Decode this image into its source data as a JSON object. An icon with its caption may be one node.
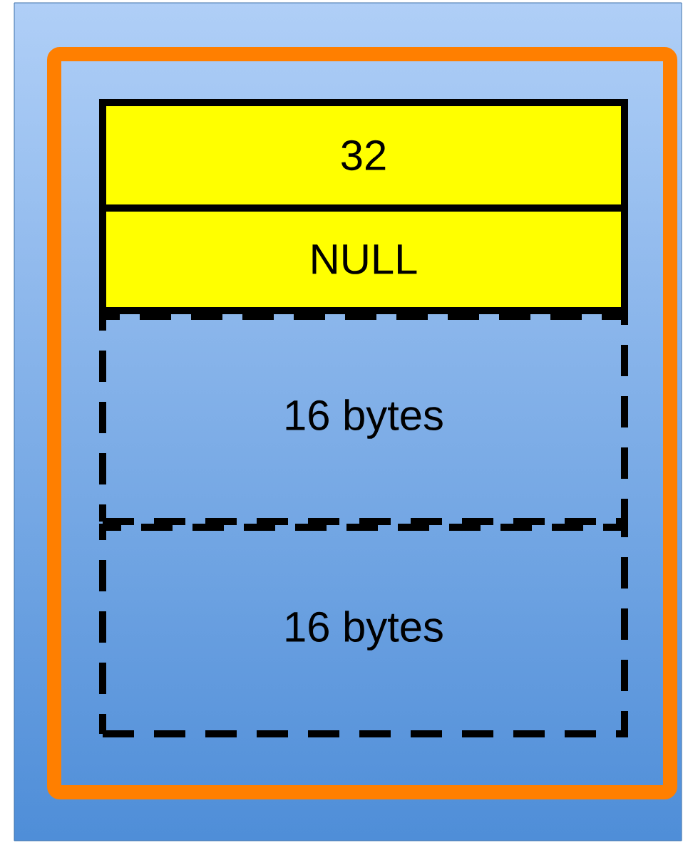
{
  "diagram": {
    "nodes": [
      {
        "text": [],
        "shape": "box"
      },
      {
        "text": [
          "32"
        ],
        "in": 0
      },
      {
        "text": [
          "NULL"
        ],
        "in": 0
      },
      {
        "text": [
          "16 bytes"
        ],
        "in": 0
      },
      {
        "text": [
          "16 bytes"
        ],
        "in": 0
      }
    ]
  }
}
